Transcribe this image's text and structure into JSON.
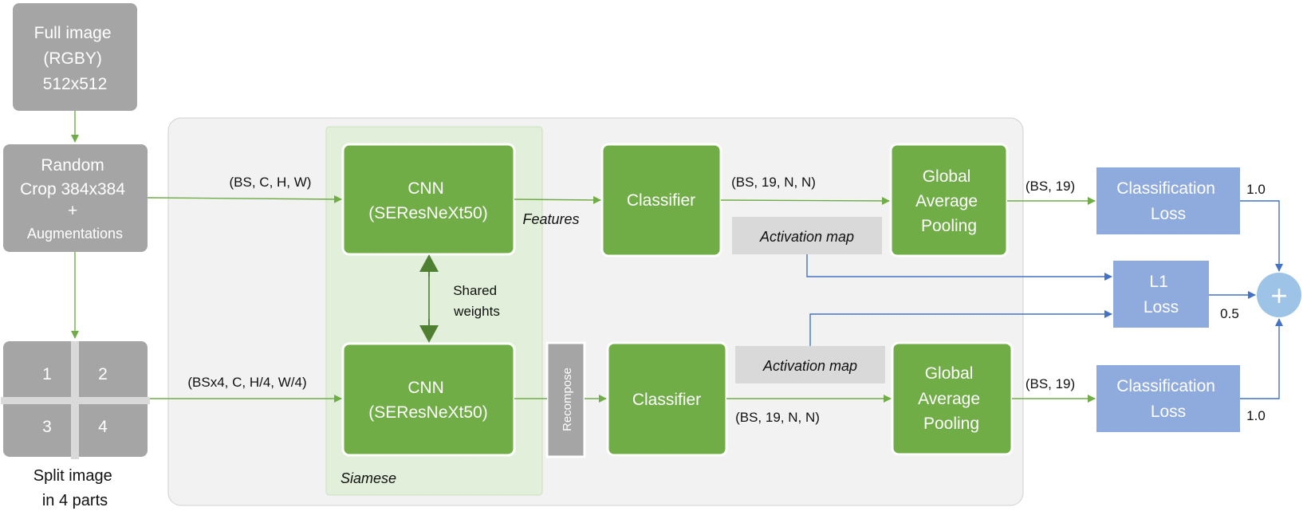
{
  "input": {
    "full_image": [
      "Full image",
      "(RGBY)",
      "512x512"
    ],
    "random_crop": [
      "Random",
      "Crop 384x384",
      "+",
      "Augmentations"
    ],
    "split_parts": [
      "1",
      "2",
      "3",
      "4"
    ],
    "split_caption": [
      "Split image",
      "in 4 parts"
    ]
  },
  "siamese": {
    "label": "Siamese",
    "cnn_top": [
      "CNN",
      "(SEResNeXt50)"
    ],
    "cnn_bottom": [
      "CNN",
      "(SEResNeXt50)"
    ],
    "shared_weights": [
      "Shared",
      "weights"
    ]
  },
  "recompose": "Recompose",
  "top_branch": {
    "input_shape": "(BS, C, H, W)",
    "features_label": "Features",
    "classifier": "Classifier",
    "classifier_out_shape": "(BS, 19, N, N)",
    "activation_map": "Activation map",
    "gap": [
      "Global",
      "Average",
      "Pooling"
    ],
    "gap_out_shape": "(BS, 19)",
    "loss": [
      "Classification",
      "Loss"
    ],
    "weight": "1.0"
  },
  "bottom_branch": {
    "input_shape": "(BSx4, C, H/4, W/4)",
    "classifier": "Classifier",
    "classifier_out_shape": "(BS, 19, N, N)",
    "activation_map": "Activation map",
    "gap": [
      "Global",
      "Average",
      "Pooling"
    ],
    "gap_out_shape": "(BS, 19)",
    "loss": [
      "Classification",
      "Loss"
    ],
    "weight": "1.0"
  },
  "l1_loss": {
    "label": [
      "L1",
      "Loss"
    ],
    "weight": "0.5"
  },
  "sum_symbol": "+",
  "colors": {
    "gray_box": "#a5a5a5",
    "green_box": "#70ad47",
    "blue_box": "#8faadc",
    "siamese_bg": "#e2efda",
    "container_bg": "#f2f2f2",
    "activation_bg": "#d9d9d9",
    "green_arrow": "#70ad47",
    "blue_arrow": "#4472c4",
    "sum_circle": "#9dc3e6"
  }
}
